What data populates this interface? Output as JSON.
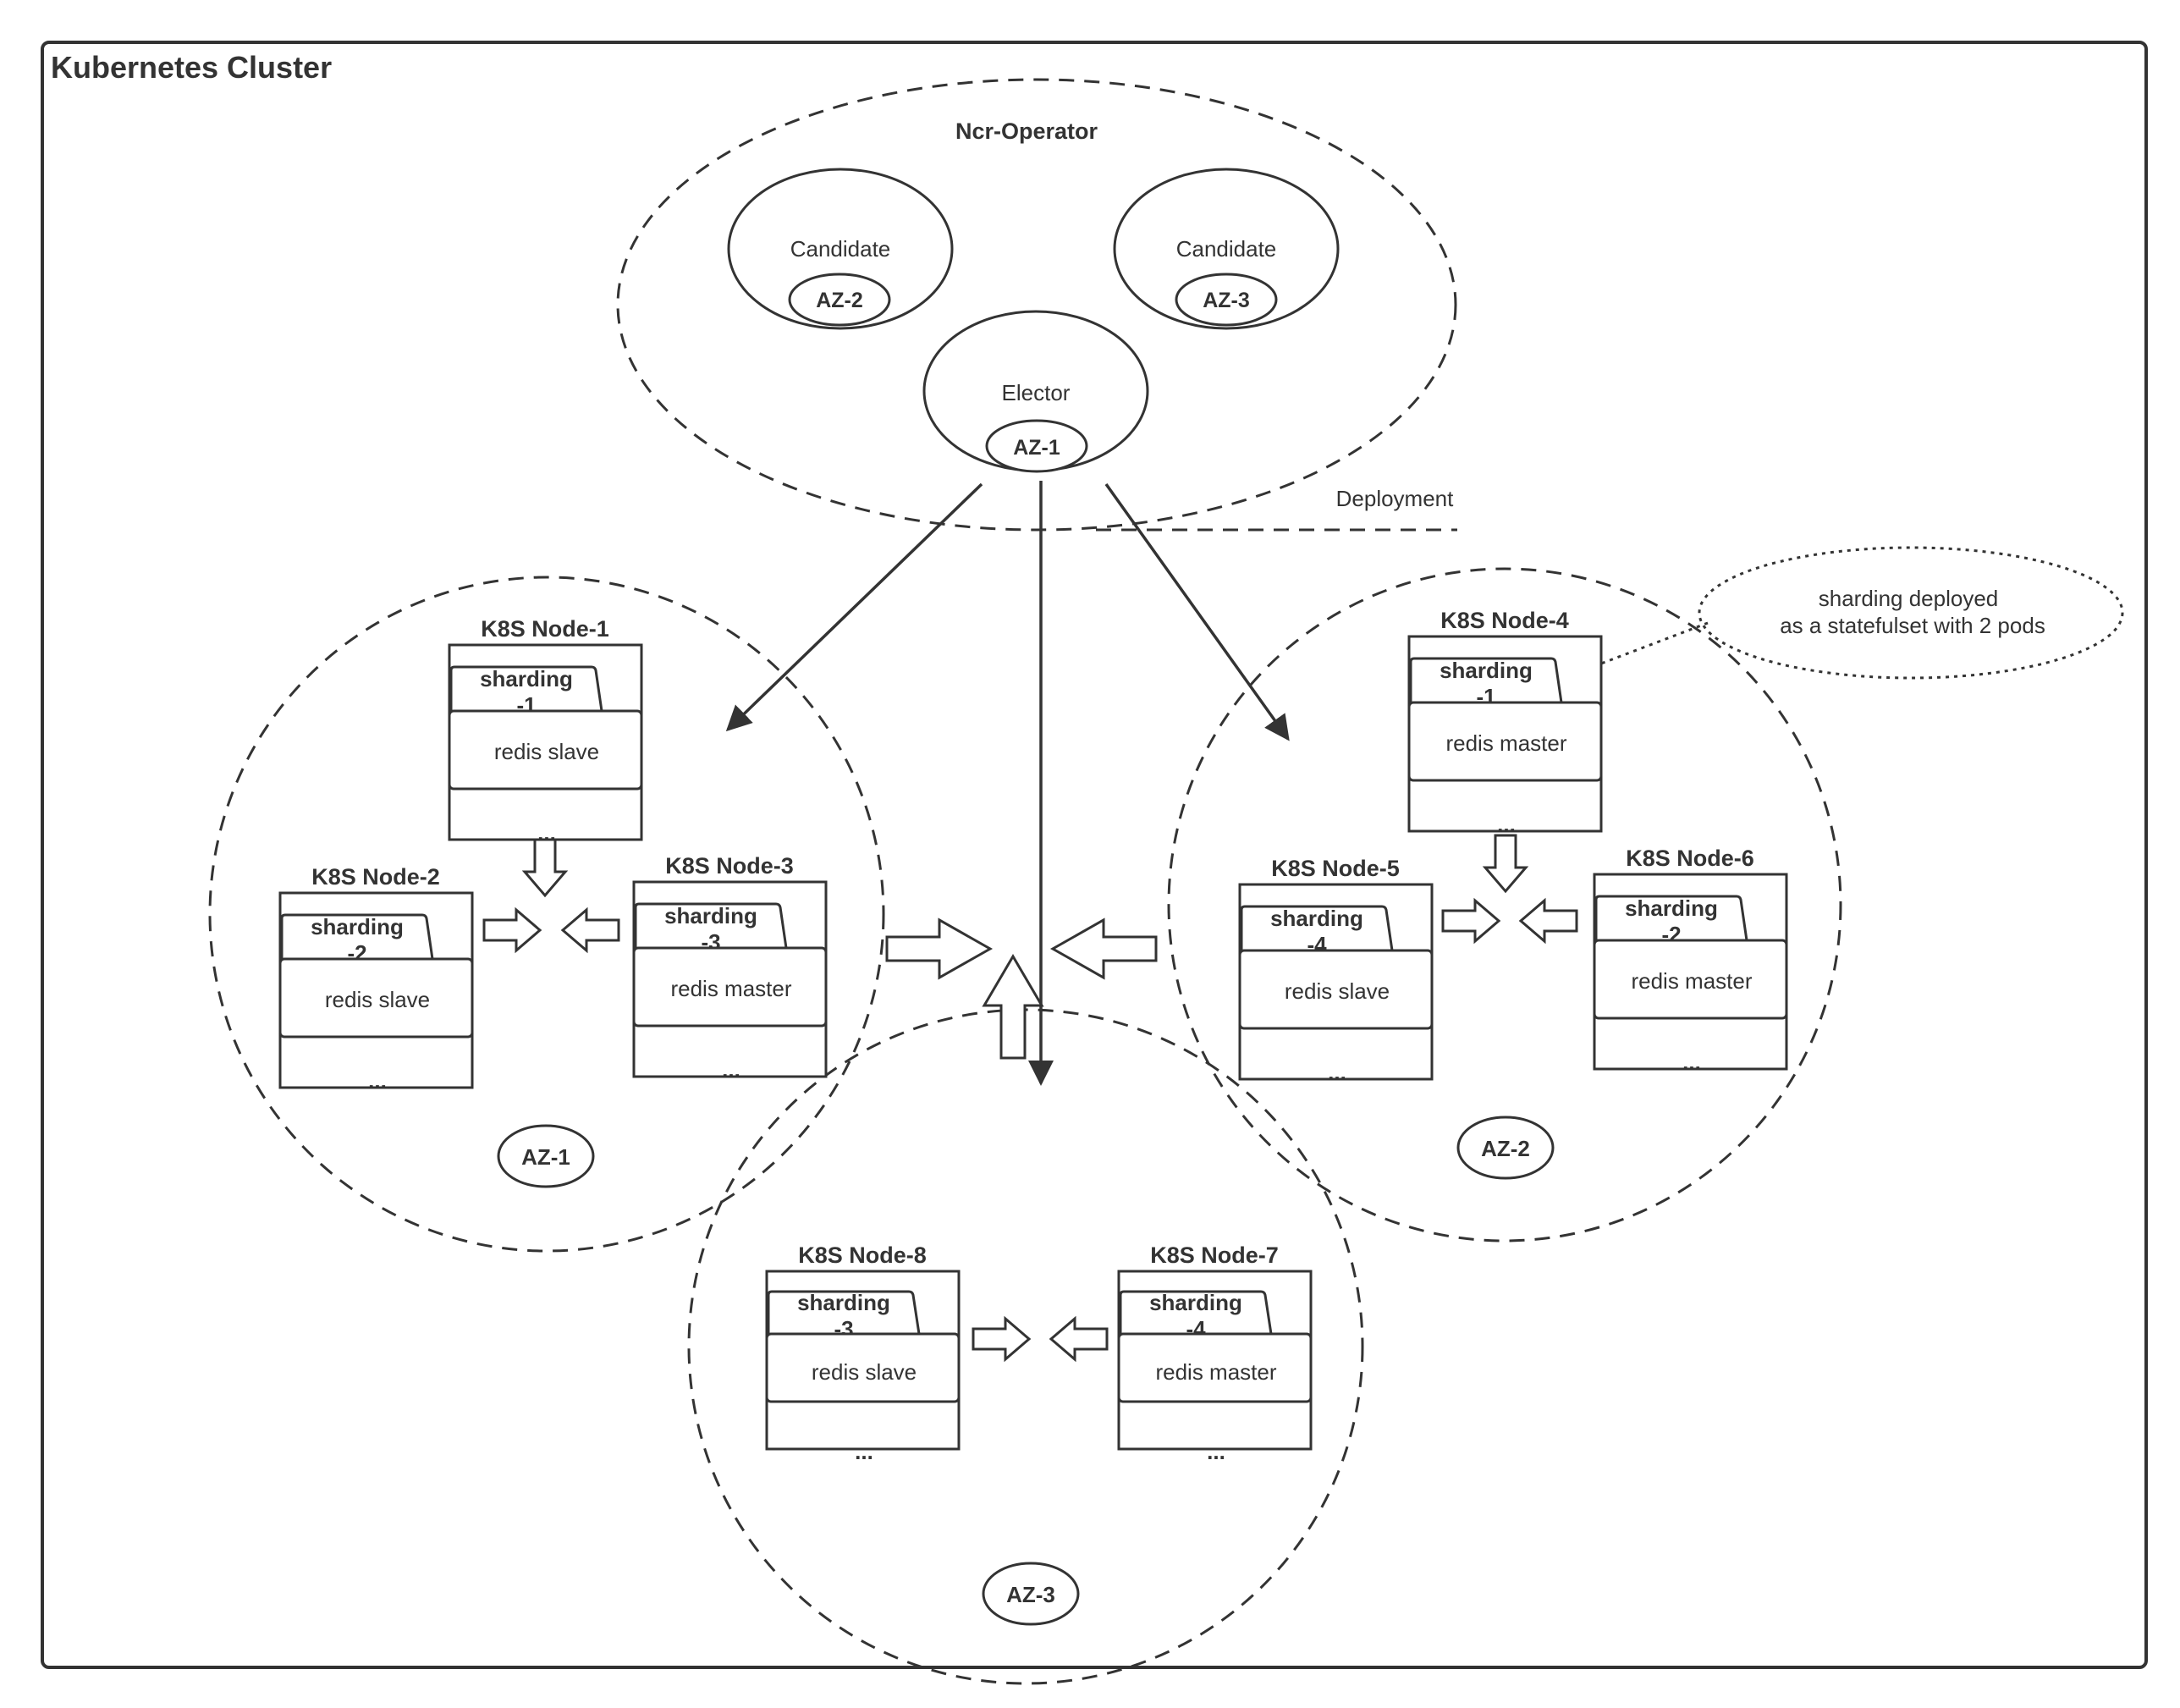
{
  "cluster": {
    "title": "Kubernetes Cluster"
  },
  "operator": {
    "title": "Ncr-Operator",
    "deployment_label": "Deployment",
    "candidate_a": {
      "label": "Candidate",
      "az": "AZ-2"
    },
    "candidate_b": {
      "label": "Candidate",
      "az": "AZ-3"
    },
    "elector": {
      "label": "Elector",
      "az": "AZ-1"
    }
  },
  "zones": {
    "az1": "AZ-1",
    "az2": "AZ-2",
    "az3": "AZ-3"
  },
  "note": {
    "line1": "sharding deployed",
    "line2": "as a statefulset with 2 pods"
  },
  "nodes": {
    "n1": {
      "title": "K8S Node-1",
      "tab1": "sharding",
      "tab2": "-1",
      "role": "redis slave",
      "more": "..."
    },
    "n2": {
      "title": "K8S Node-2",
      "tab1": "sharding",
      "tab2": "-2",
      "role": "redis slave",
      "more": "..."
    },
    "n3": {
      "title": "K8S Node-3",
      "tab1": "sharding",
      "tab2": "-3",
      "role": "redis master",
      "more": "..."
    },
    "n4": {
      "title": "K8S Node-4",
      "tab1": "sharding",
      "tab2": "-1",
      "role": "redis master",
      "more": "..."
    },
    "n5": {
      "title": "K8S Node-5",
      "tab1": "sharding",
      "tab2": "-4",
      "role": "redis slave",
      "more": "..."
    },
    "n6": {
      "title": "K8S Node-6",
      "tab1": "sharding",
      "tab2": "-2",
      "role": "redis master",
      "more": "..."
    },
    "n7": {
      "title": "K8S Node-7",
      "tab1": "sharding",
      "tab2": "-4",
      "role": "redis master",
      "more": "..."
    },
    "n8": {
      "title": "K8S Node-8",
      "tab1": "sharding",
      "tab2": "-3",
      "role": "redis slave",
      "more": "..."
    }
  },
  "colors": {
    "stroke": "#333333",
    "background": "#ffffff"
  }
}
